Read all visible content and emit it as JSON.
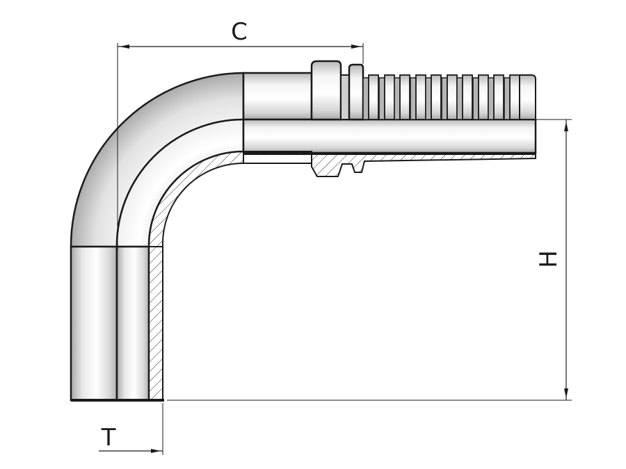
{
  "dimensions": {
    "c_label": "C",
    "h_label": "H",
    "t_label": "T"
  },
  "colors": {
    "outline": "#1a1a1a",
    "metal_light": "#f7f7f7",
    "metal_mid": "#d2d2d2",
    "metal_dark": "#a8a8a8",
    "hatch": "#2a2a2a"
  }
}
